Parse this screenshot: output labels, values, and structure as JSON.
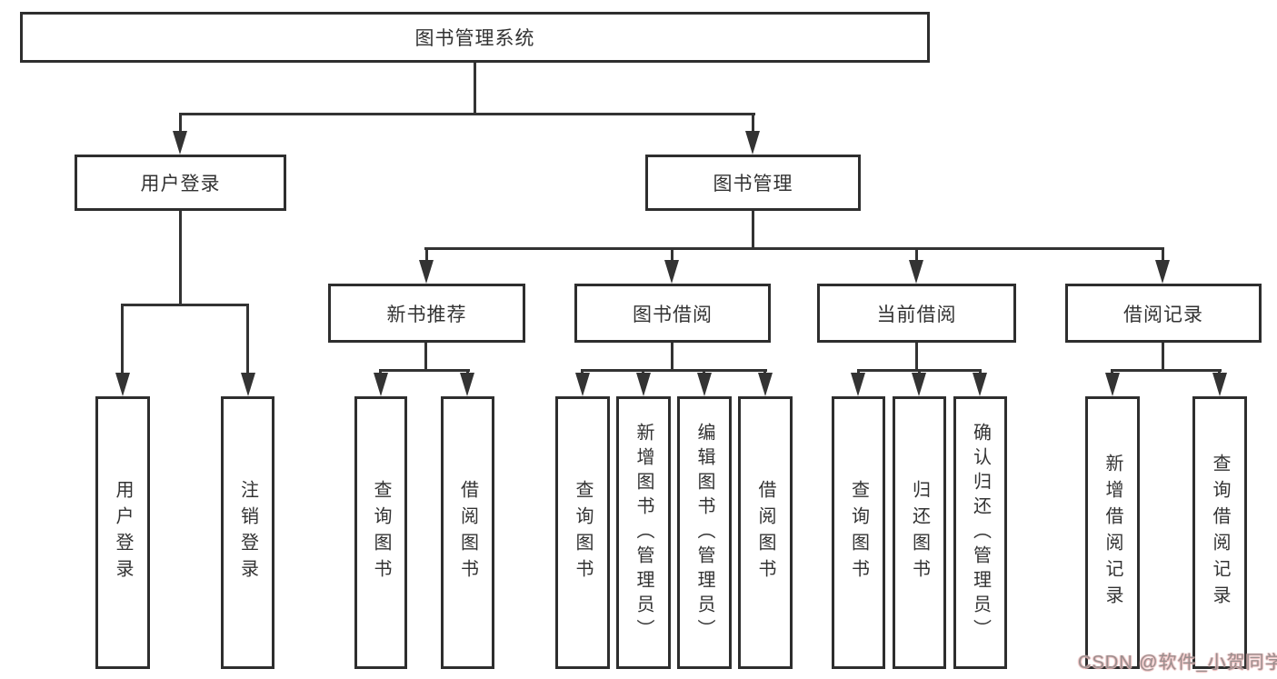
{
  "diagram": {
    "root": {
      "label": "图书管理系统"
    },
    "level2": [
      {
        "label": "用户登录"
      },
      {
        "label": "图书管理"
      }
    ],
    "level3": [
      {
        "label": "新书推荐"
      },
      {
        "label": "图书借阅"
      },
      {
        "label": "当前借阅"
      },
      {
        "label": "借阅记录"
      }
    ],
    "leaves": {
      "user_login": [
        "用户登录",
        "注销登录"
      ],
      "new_book_recommend": [
        "查询图书",
        "借阅图书"
      ],
      "book_borrow": [
        "查询图书",
        "新增图书（管理员）",
        "编辑图书（管理员）",
        "借阅图书"
      ],
      "current_borrow": [
        "查询图书",
        "归还图书",
        "确认归还（管理员）"
      ],
      "borrow_record": [
        "新增借阅记录",
        "查询借阅记录"
      ]
    }
  },
  "watermark": {
    "text": "CSDN @软件_小贺同学"
  },
  "colors": {
    "line": "#333333",
    "text": "#333333",
    "background": "#ffffff",
    "watermark": "#9a8f8f"
  }
}
